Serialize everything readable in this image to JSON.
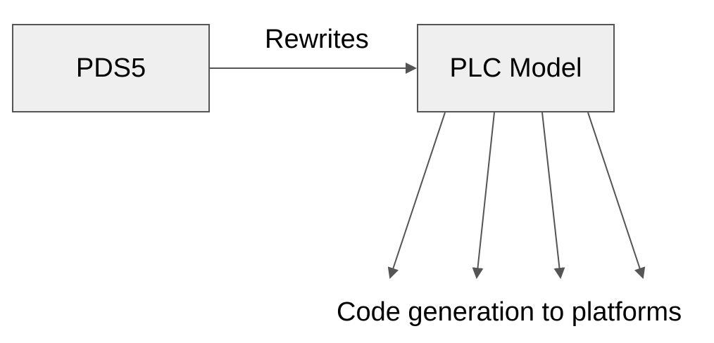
{
  "diagram": {
    "nodes": {
      "source": {
        "label": "PDS5"
      },
      "model": {
        "label": "PLC Model"
      }
    },
    "edge_label": "Rewrites",
    "output_caption": "Code generation to platforms",
    "output_arrow_count": 4
  },
  "colors": {
    "box_fill": "#efefef",
    "box_border": "#555555",
    "arrow": "#555555",
    "text": "#000000"
  }
}
